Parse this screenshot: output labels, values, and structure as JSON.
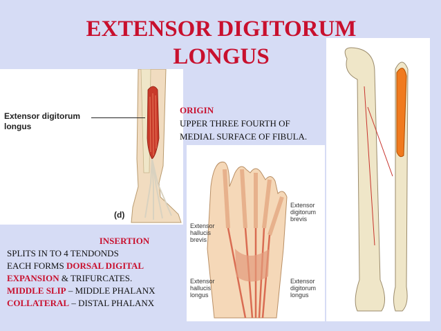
{
  "title": {
    "line1": "EXTENSOR DIGITORUM",
    "line2": "LONGUS"
  },
  "leg_figure": {
    "label_line1": "Extensor digitorum",
    "label_line2": "longus",
    "panel_letter": "(d)"
  },
  "origin": {
    "heading": "ORIGIN",
    "line1": "UPPER THREE FOURTH OF",
    "line2": "MEDIAL SURFACE OF FIBULA."
  },
  "foot_figure": {
    "callouts": [
      {
        "line1": "Extensor",
        "line2": "hallucis",
        "line3": "brevis"
      },
      {
        "line1": "Extensor",
        "line2": "digitorum",
        "line3": "brevis"
      },
      {
        "line1": "Extensor",
        "line2": "hallucis",
        "line3": "longus"
      },
      {
        "line1": "Extensor",
        "line2": "digitorum",
        "line3": "longus"
      }
    ]
  },
  "insertion": {
    "heading": "INSERTION",
    "line1": "SPLITS IN TO 4 TENDONDS",
    "line2_a": "EACH FORMS ",
    "line2_b": "DORSAL DIGITAL",
    "line3_a": "EXPANSION",
    "line3_b": " & TRIFURCATES.",
    "line4_a": "MIDDLE SLIP",
    "line4_b": " – MIDDLE PHALANX",
    "line5_a": "COLLATERAL",
    "line5_b": " – DISTAL PHALANX"
  },
  "colors": {
    "title": "#c8102e",
    "background": "#d6dcf5",
    "muscle": "#c83a2a",
    "bone": "#efe6c8"
  }
}
